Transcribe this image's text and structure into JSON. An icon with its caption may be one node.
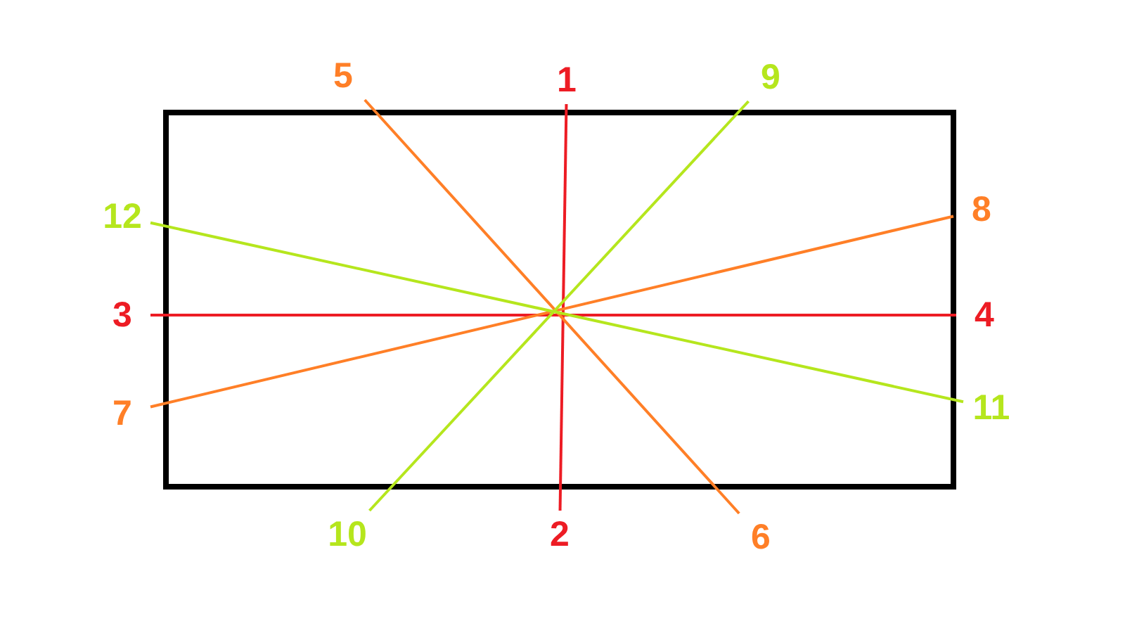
{
  "diagram": {
    "nodes": [
      {
        "text": [
          "5"
        ]
      },
      {
        "text": [
          "1"
        ]
      },
      {
        "text": [
          "9"
        ]
      },
      {
        "text": [
          "12"
        ]
      },
      {
        "text": [
          "8"
        ]
      },
      {
        "text": [
          "3"
        ]
      },
      {
        "text": [
          "4"
        ]
      },
      {
        "text": [
          "7"
        ]
      },
      {
        "text": [
          "11"
        ]
      },
      {
        "text": [
          "10"
        ]
      },
      {
        "text": [
          "2"
        ]
      },
      {
        "text": [
          "6"
        ]
      }
    ],
    "edges": [
      {
        "from": 1,
        "to": 10,
        "arrow": "none",
        "color": "#ed1c24"
      },
      {
        "from": 5,
        "to": 6,
        "arrow": "none",
        "color": "#ed1c24"
      },
      {
        "from": 0,
        "to": 11,
        "arrow": "none",
        "color": "#ff7f27"
      },
      {
        "from": 7,
        "to": 4,
        "arrow": "none",
        "color": "#ff7f27"
      },
      {
        "from": 2,
        "to": 9,
        "arrow": "none",
        "color": "#b5e61d"
      },
      {
        "from": 8,
        "to": 3,
        "arrow": "none",
        "color": "#b5e61d"
      }
    ]
  }
}
